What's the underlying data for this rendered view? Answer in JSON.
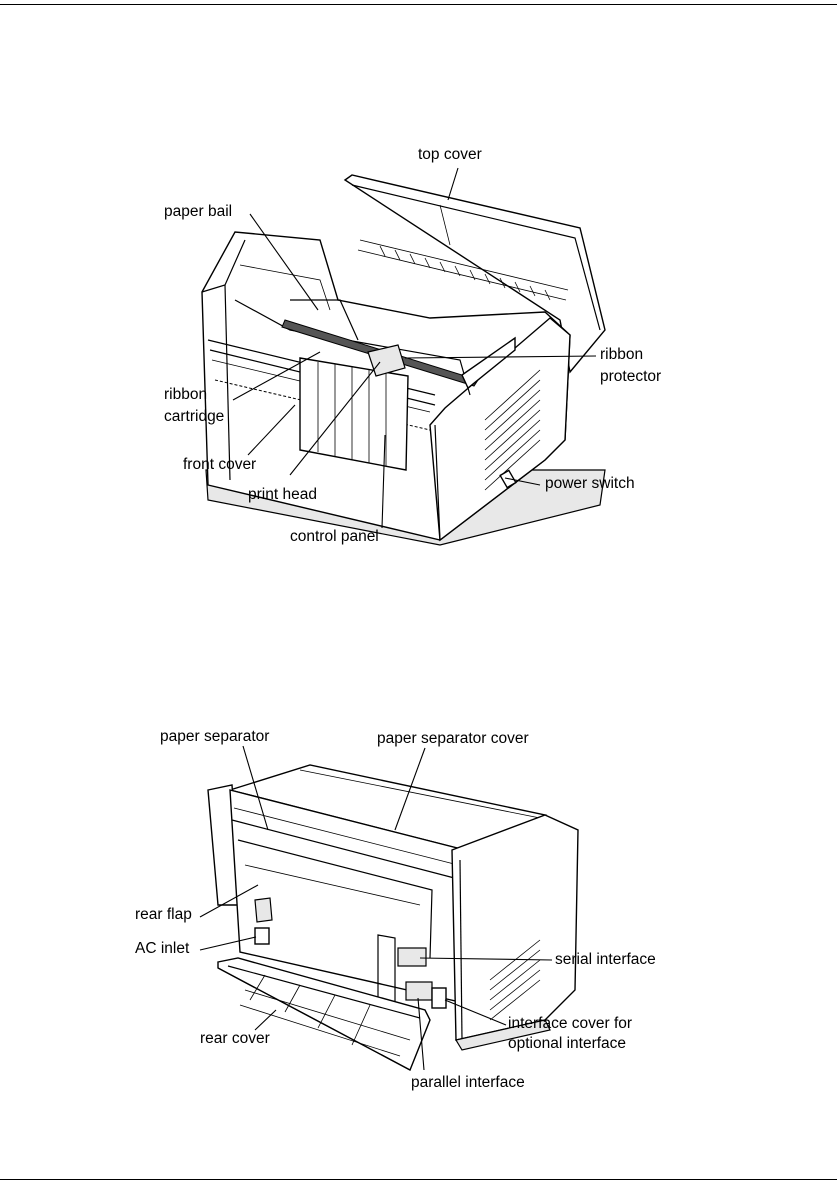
{
  "figure_top": {
    "labels": {
      "top_cover": "top cover",
      "paper_bail": "paper bail",
      "ribbon_protector_1": "ribbon",
      "ribbon_protector_2": "protector",
      "ribbon_cartridge_1": "ribbon",
      "ribbon_cartridge_2": "cartridge",
      "front_cover": "front cover",
      "print_head": "print head",
      "power_switch": "power switch",
      "control_panel": "control panel"
    }
  },
  "figure_bottom": {
    "labels": {
      "paper_separator": "paper separator",
      "paper_separator_cover": "paper separator cover",
      "rear_flap": "rear flap",
      "ac_inlet": "AC inlet",
      "serial_interface": "serial interface",
      "rear_cover": "rear cover",
      "interface_cover_1": "interface cover for",
      "interface_cover_2": "optional interface",
      "parallel_interface": "parallel interface"
    }
  }
}
